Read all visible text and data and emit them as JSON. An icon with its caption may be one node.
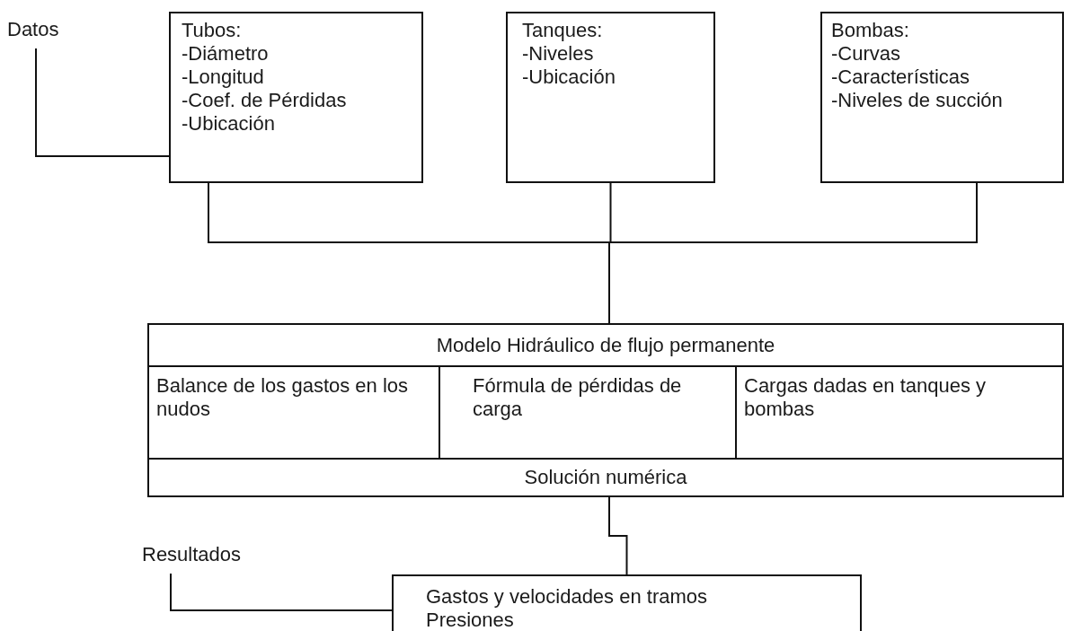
{
  "diagram": {
    "nodes": [
      {
        "text": [
          "Datos"
        ]
      },
      {
        "text": [
          "Tubos:",
          "-Diámetro",
          "-Longitud",
          "-Coef. de Pérdidas",
          "-Ubicación"
        ]
      },
      {
        "text": [
          "Tanques:",
          "-Niveles",
          "-Ubicación"
        ]
      },
      {
        "text": [
          "Bombas:",
          "-Curvas",
          "-Características",
          "-Niveles de succión"
        ]
      },
      {
        "text": [
          "Modelo Hidráulico de flujo permanente"
        ]
      },
      {
        "text": [
          "Balance de los gastos en los nudos"
        ],
        "in": 4
      },
      {
        "text": [
          "Fórmula de pérdidas de carga"
        ],
        "in": 4
      },
      {
        "text": [
          "Cargas dadas en tanques y bombas"
        ],
        "in": 4
      },
      {
        "text": [
          "Solución numérica"
        ],
        "in": 4
      },
      {
        "text": [
          "Resultados"
        ]
      },
      {
        "text": [
          "Gastos y velocidades en tramos",
          "Presiones"
        ]
      }
    ],
    "edges": [
      {
        "from": 0,
        "to": 1,
        "arrow": "none"
      },
      {
        "from": 1,
        "to": 4,
        "arrow": "none"
      },
      {
        "from": 2,
        "to": 4,
        "arrow": "none"
      },
      {
        "from": 3,
        "to": 4,
        "arrow": "none"
      },
      {
        "from": 4,
        "to": 10,
        "arrow": "none"
      },
      {
        "from": 9,
        "to": 10,
        "arrow": "none"
      }
    ]
  }
}
